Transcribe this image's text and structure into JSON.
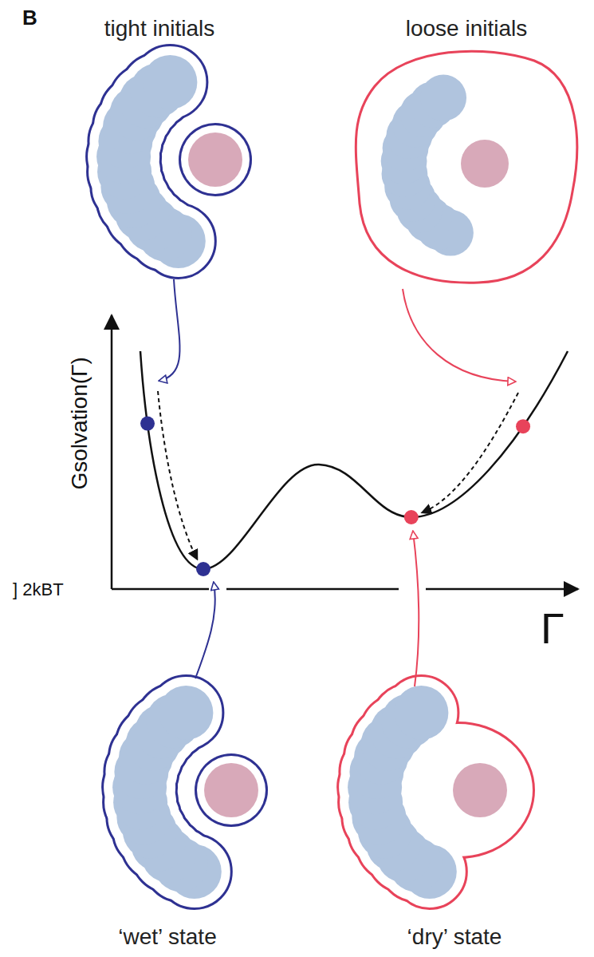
{
  "diagram": {
    "nodes": [
      {
        "text": [
          "tight initials"
        ]
      },
      {
        "text": [
          "loose initials"
        ]
      },
      {
        "text": [
          "‘wet’ state"
        ]
      },
      {
        "text": [
          "‘dry’ state"
        ]
      }
    ],
    "labels": [
      "B",
      "Gsolvation(Γ)",
      "Γ",
      "] 2kBT"
    ]
  }
}
